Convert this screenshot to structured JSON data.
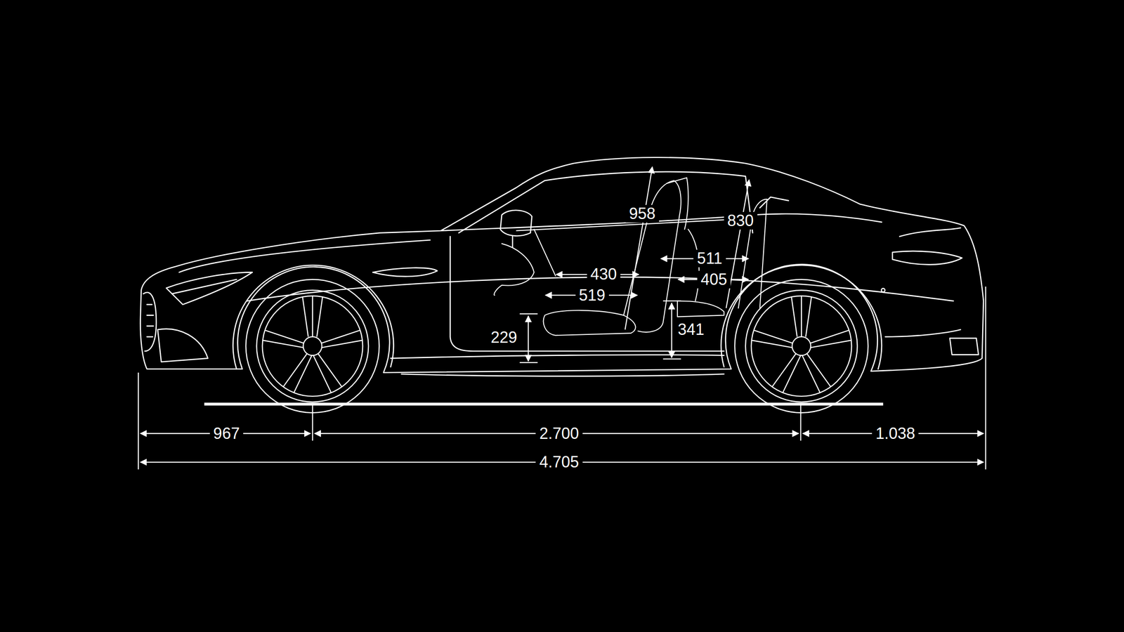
{
  "diagram": {
    "labels": [
      "958",
      "830",
      "511",
      "430",
      "405",
      "519",
      "229",
      "341",
      "967",
      "2.700",
      "1.038",
      "4.705"
    ]
  }
}
